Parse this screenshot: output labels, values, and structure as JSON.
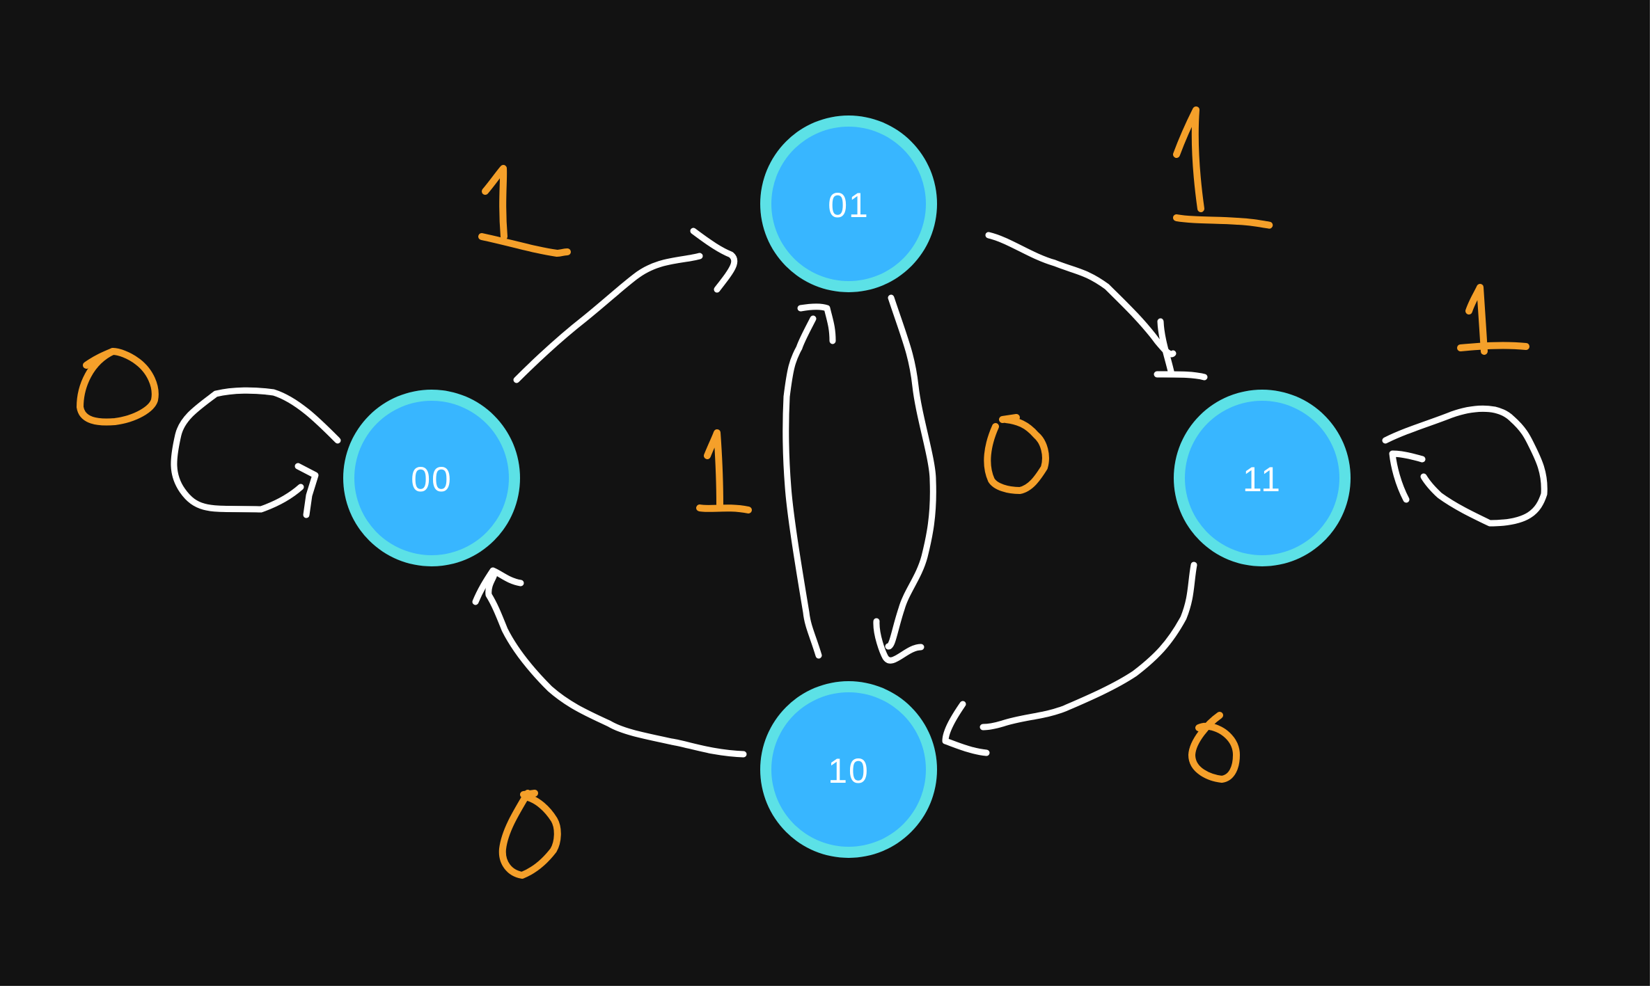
{
  "diagram": {
    "background_color": "#121212",
    "frame_color": "#ffffff",
    "node_ring_color": "#5ce1e6",
    "node_fill_color": "#38b6ff",
    "edge_color": "#ffffff",
    "label_color": "#f5a02a",
    "states": [
      {
        "id": "s00",
        "label": "00"
      },
      {
        "id": "s01",
        "label": "01"
      },
      {
        "id": "s10",
        "label": "10"
      },
      {
        "id": "s11",
        "label": "11"
      }
    ],
    "transitions": [
      {
        "from": "00",
        "to": "00",
        "input": "0"
      },
      {
        "from": "00",
        "to": "01",
        "input": "1"
      },
      {
        "from": "01",
        "to": "11",
        "input": "1"
      },
      {
        "from": "01",
        "to": "10",
        "input": "0"
      },
      {
        "from": "10",
        "to": "01",
        "input": "1"
      },
      {
        "from": "10",
        "to": "00",
        "input": "0"
      },
      {
        "from": "11",
        "to": "11",
        "input": "1"
      },
      {
        "from": "11",
        "to": "10",
        "input": "0"
      }
    ]
  }
}
